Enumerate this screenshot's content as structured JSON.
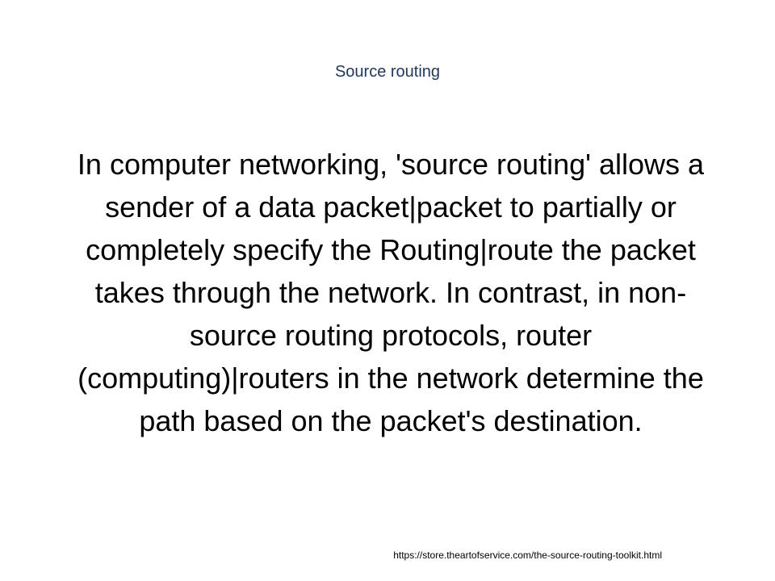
{
  "slide": {
    "title": "Source routing",
    "body": " In computer networking, 'source routing' allows a sender of a data packet|packet to partially or completely specify the Routing|route the packet takes through the network.  In contrast, in non-source routing protocols, router (computing)|routers in the network determine the path based on the packet's destination.",
    "footer_url": "https://store.theartofservice.com/the-source-routing-toolkit.html"
  },
  "colors": {
    "background": "#ffffff",
    "title": "#1f3864",
    "text": "#000000"
  }
}
